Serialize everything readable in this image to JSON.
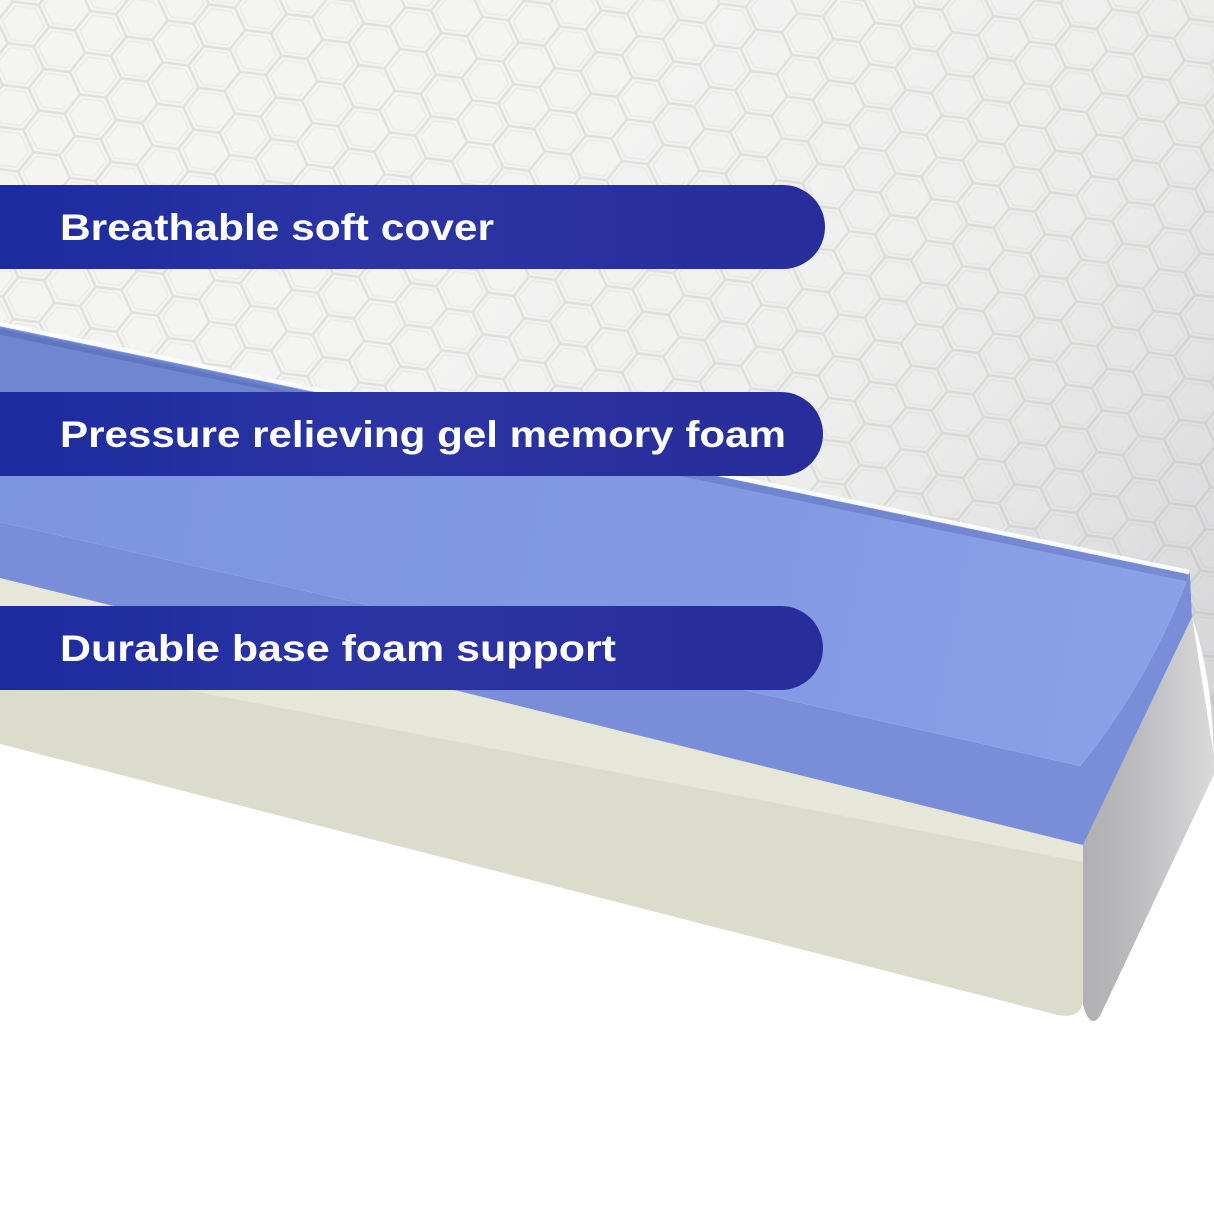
{
  "product_diagram": {
    "type": "mattress cross-section infographic",
    "callouts": [
      {
        "id": "cover",
        "label": "Breathable soft cover"
      },
      {
        "id": "memory-foam",
        "label": "Pressure relieving gel memory foam"
      },
      {
        "id": "base-foam",
        "label": "Durable base foam support"
      }
    ]
  },
  "colors": {
    "background": "#ffffff",
    "callout_pill": "#252e9e",
    "callout_pill_gradient_left": "#1c2b9e",
    "callout_pill_gradient_mid": "#2c34a4",
    "callout_pill_gradient_right": "#272d9a",
    "callout_text": "#ffffff",
    "cover_fabric": "#f4f4f3",
    "fabric_stitch": "#e0e0dd",
    "memory_foam_top": "#8198e3",
    "memory_foam_front": "#7a8dd9",
    "memory_foam_shadow": "#6f84cf",
    "base_foam_top": "#e7e7d9",
    "base_foam_front": "#dcdccd",
    "side_shadow": "#bcbcbe"
  }
}
